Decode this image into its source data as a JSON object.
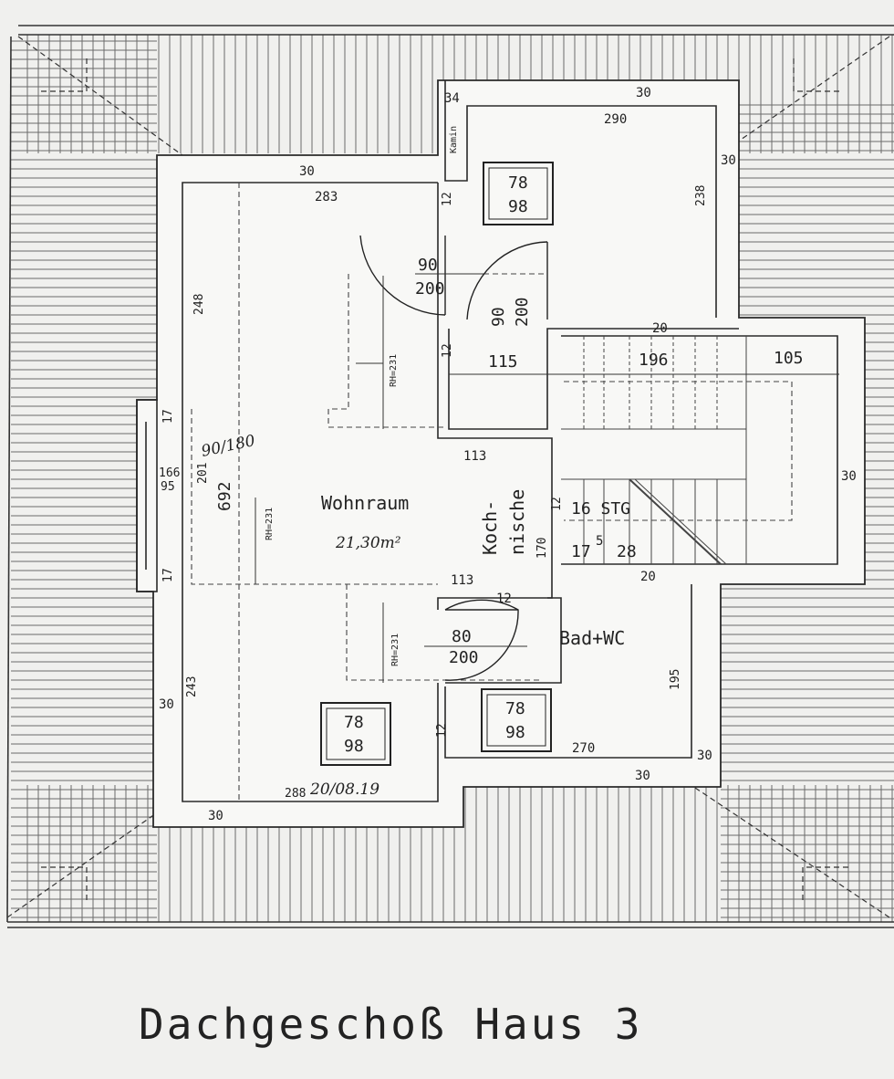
{
  "title": "Dachgeschoß Haus 3",
  "rooms": {
    "living": "Wohnraum",
    "kitchen_1": "Koch-",
    "kitchen_2": "nische",
    "bath": "Bad+WC",
    "chimney": "Kamin",
    "stairs": "16 STG",
    "stair_rise": "17",
    "stair_rise_sup": "5",
    "stair_tread": "28"
  },
  "handwriting": {
    "area": "21,30m²",
    "date": "20/08.19",
    "note": "90/180"
  },
  "windows": {
    "top": [
      "78",
      "98"
    ],
    "bottom_left": [
      "78",
      "98"
    ],
    "bottom_right": [
      "78",
      "98"
    ]
  },
  "doors": {
    "top_left": [
      "90",
      "200"
    ],
    "top_right": [
      "90",
      "200"
    ],
    "bottom": [
      "80",
      "200"
    ]
  },
  "dims": {
    "d30_top": "30",
    "d34": "34",
    "d290": "290",
    "d30_right": "30",
    "d238": "238",
    "d30_left_top": "30",
    "d283": "283",
    "d12_a": "12",
    "d248": "248",
    "d12_b": "12",
    "d115": "115",
    "d20_a": "20",
    "d196": "196",
    "d105": "105",
    "d30_stair": "30",
    "d17_a": "17",
    "d166": "166",
    "d95": "95",
    "d201": "201",
    "d692": "692",
    "d113_a": "113",
    "d12_c": "12",
    "d170": "170",
    "d17_b": "17",
    "d20_b": "20",
    "d113_b": "113",
    "d12_d": "12",
    "d195": "195",
    "d243": "243",
    "d30_left": "30",
    "d12_e": "12",
    "d270": "270",
    "d30_bath_r": "30",
    "d30_bath_b": "30",
    "d288": "288",
    "d30_bottom": "30",
    "rh_1": "RH=231",
    "rh_2": "RH=231",
    "rh_3": "RH=231"
  }
}
